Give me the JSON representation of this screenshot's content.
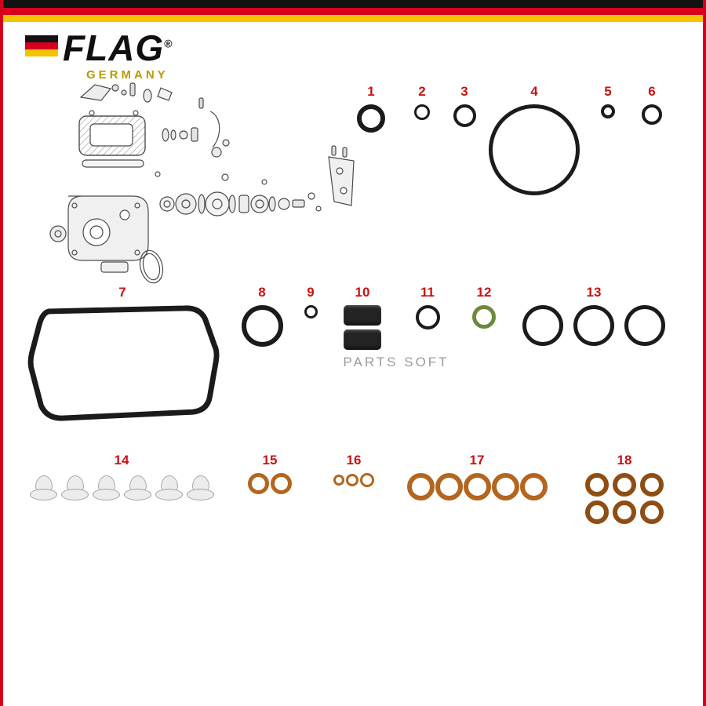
{
  "frame": {
    "background": "#ffffff",
    "top_stripes": [
      "#121212",
      "#d6001c",
      "#f2c500"
    ],
    "side_border_color": "#d6001c"
  },
  "brand": {
    "name": "FLAG",
    "registered": "®",
    "country": "GERMANY",
    "flag_colors": [
      "#121212",
      "#d6001c",
      "#f2c500"
    ],
    "name_color": "#101010",
    "country_color": "#b99a00"
  },
  "watermark": {
    "text": "PARTS SOFT",
    "color": "#9b9b9b"
  },
  "colors": {
    "label": "#cc1111"
  },
  "parts": [
    {
      "label": "1",
      "name": "o-ring",
      "type": "ring",
      "count": 1,
      "d": 36,
      "stroke": 6,
      "color": "#1b1b1b"
    },
    {
      "label": "2",
      "name": "o-ring",
      "type": "ring",
      "count": 1,
      "d": 20,
      "stroke": 3,
      "color": "#1b1b1b"
    },
    {
      "label": "3",
      "name": "o-ring",
      "type": "ring",
      "count": 1,
      "d": 29,
      "stroke": 4,
      "color": "#1b1b1b"
    },
    {
      "label": "4",
      "name": "o-ring-large",
      "type": "ring",
      "count": 1,
      "d": 116,
      "stroke": 5,
      "color": "#1b1b1b"
    },
    {
      "label": "5",
      "name": "o-ring",
      "type": "ring",
      "count": 1,
      "d": 18,
      "stroke": 4,
      "color": "#1b1b1b"
    },
    {
      "label": "6",
      "name": "o-ring",
      "type": "ring",
      "count": 1,
      "d": 26,
      "stroke": 4,
      "color": "#1b1b1b"
    },
    {
      "label": "7",
      "name": "pump-cover-gasket",
      "type": "gasket",
      "count": 1,
      "color": "#1b1b1b"
    },
    {
      "label": "8",
      "name": "o-ring",
      "type": "ring",
      "count": 1,
      "d": 53,
      "stroke": 6,
      "color": "#1b1b1b"
    },
    {
      "label": "9",
      "name": "o-ring-small",
      "type": "ring",
      "count": 1,
      "d": 17,
      "stroke": 3,
      "color": "#1b1b1b"
    },
    {
      "label": "10",
      "name": "rubber-block",
      "type": "block",
      "count": 2,
      "color": "#242424"
    },
    {
      "label": "11",
      "name": "o-ring",
      "type": "ring",
      "count": 1,
      "d": 31,
      "stroke": 4,
      "color": "#1b1b1b"
    },
    {
      "label": "12",
      "name": "o-ring-green",
      "type": "ring",
      "count": 1,
      "d": 30,
      "stroke": 5,
      "color": "#6b8a3d"
    },
    {
      "label": "13",
      "name": "o-ring-set",
      "type": "ring",
      "count": 3,
      "d": 52,
      "stroke": 5,
      "color": "#1b1b1b"
    },
    {
      "label": "14",
      "name": "plastic-cap",
      "type": "cap",
      "count": 6,
      "color": "#ececec"
    },
    {
      "label": "15",
      "name": "copper-washer",
      "type": "ring",
      "count": 2,
      "d": 27,
      "stroke": 5,
      "color": "#b4651e"
    },
    {
      "label": "16",
      "name": "copper-washer-small",
      "type": "ring",
      "count": 3,
      "d": [
        14,
        16,
        18
      ],
      "stroke": 3,
      "color": "#b4651e"
    },
    {
      "label": "17",
      "name": "copper-washer",
      "type": "ring",
      "count": 5,
      "d": 35,
      "stroke": 6,
      "color": "#b4651e"
    },
    {
      "label": "18",
      "name": "copper-washer-dark",
      "type": "ring",
      "count": 6,
      "d": 30,
      "stroke": 6,
      "color": "#8f4d14"
    }
  ]
}
